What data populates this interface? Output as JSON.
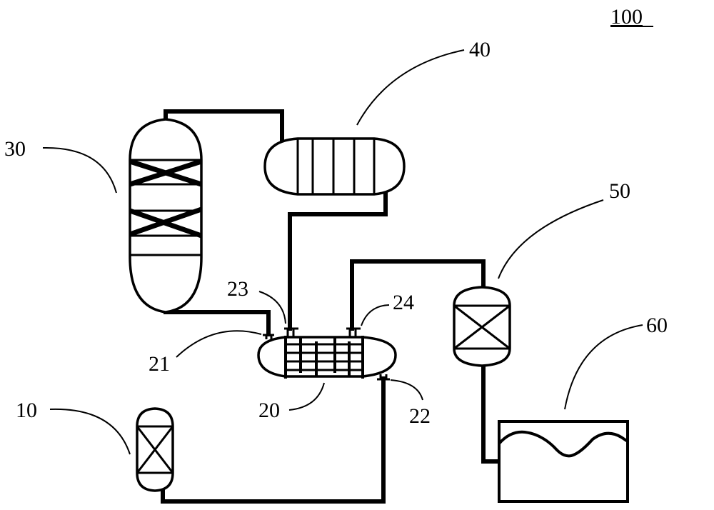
{
  "figure": {
    "reference": "100",
    "components": [
      {
        "id": "10",
        "name": "Reactor vessel (bottom-left)"
      },
      {
        "id": "20",
        "name": "Shell-and-tube heat exchanger"
      },
      {
        "id": "21",
        "name": "Heat exchanger port 21"
      },
      {
        "id": "22",
        "name": "Heat exchanger port 22"
      },
      {
        "id": "23",
        "name": "Heat exchanger port 23"
      },
      {
        "id": "24",
        "name": "Heat exchanger port 24"
      },
      {
        "id": "30",
        "name": "Packed column with two catalyst beds"
      },
      {
        "id": "40",
        "name": "Horizontal condenser"
      },
      {
        "id": "50",
        "name": "Packed vessel"
      },
      {
        "id": "60",
        "name": "Liquid storage tank"
      }
    ]
  },
  "labels": {
    "ref": "100",
    "l10": "10",
    "l20": "20",
    "l21": "21",
    "l22": "22",
    "l23": "23",
    "l24": "24",
    "l30": "30",
    "l40": "40",
    "l50": "50",
    "l60": "60"
  },
  "colors": {
    "line": "#000000",
    "background": "#ffffff"
  }
}
